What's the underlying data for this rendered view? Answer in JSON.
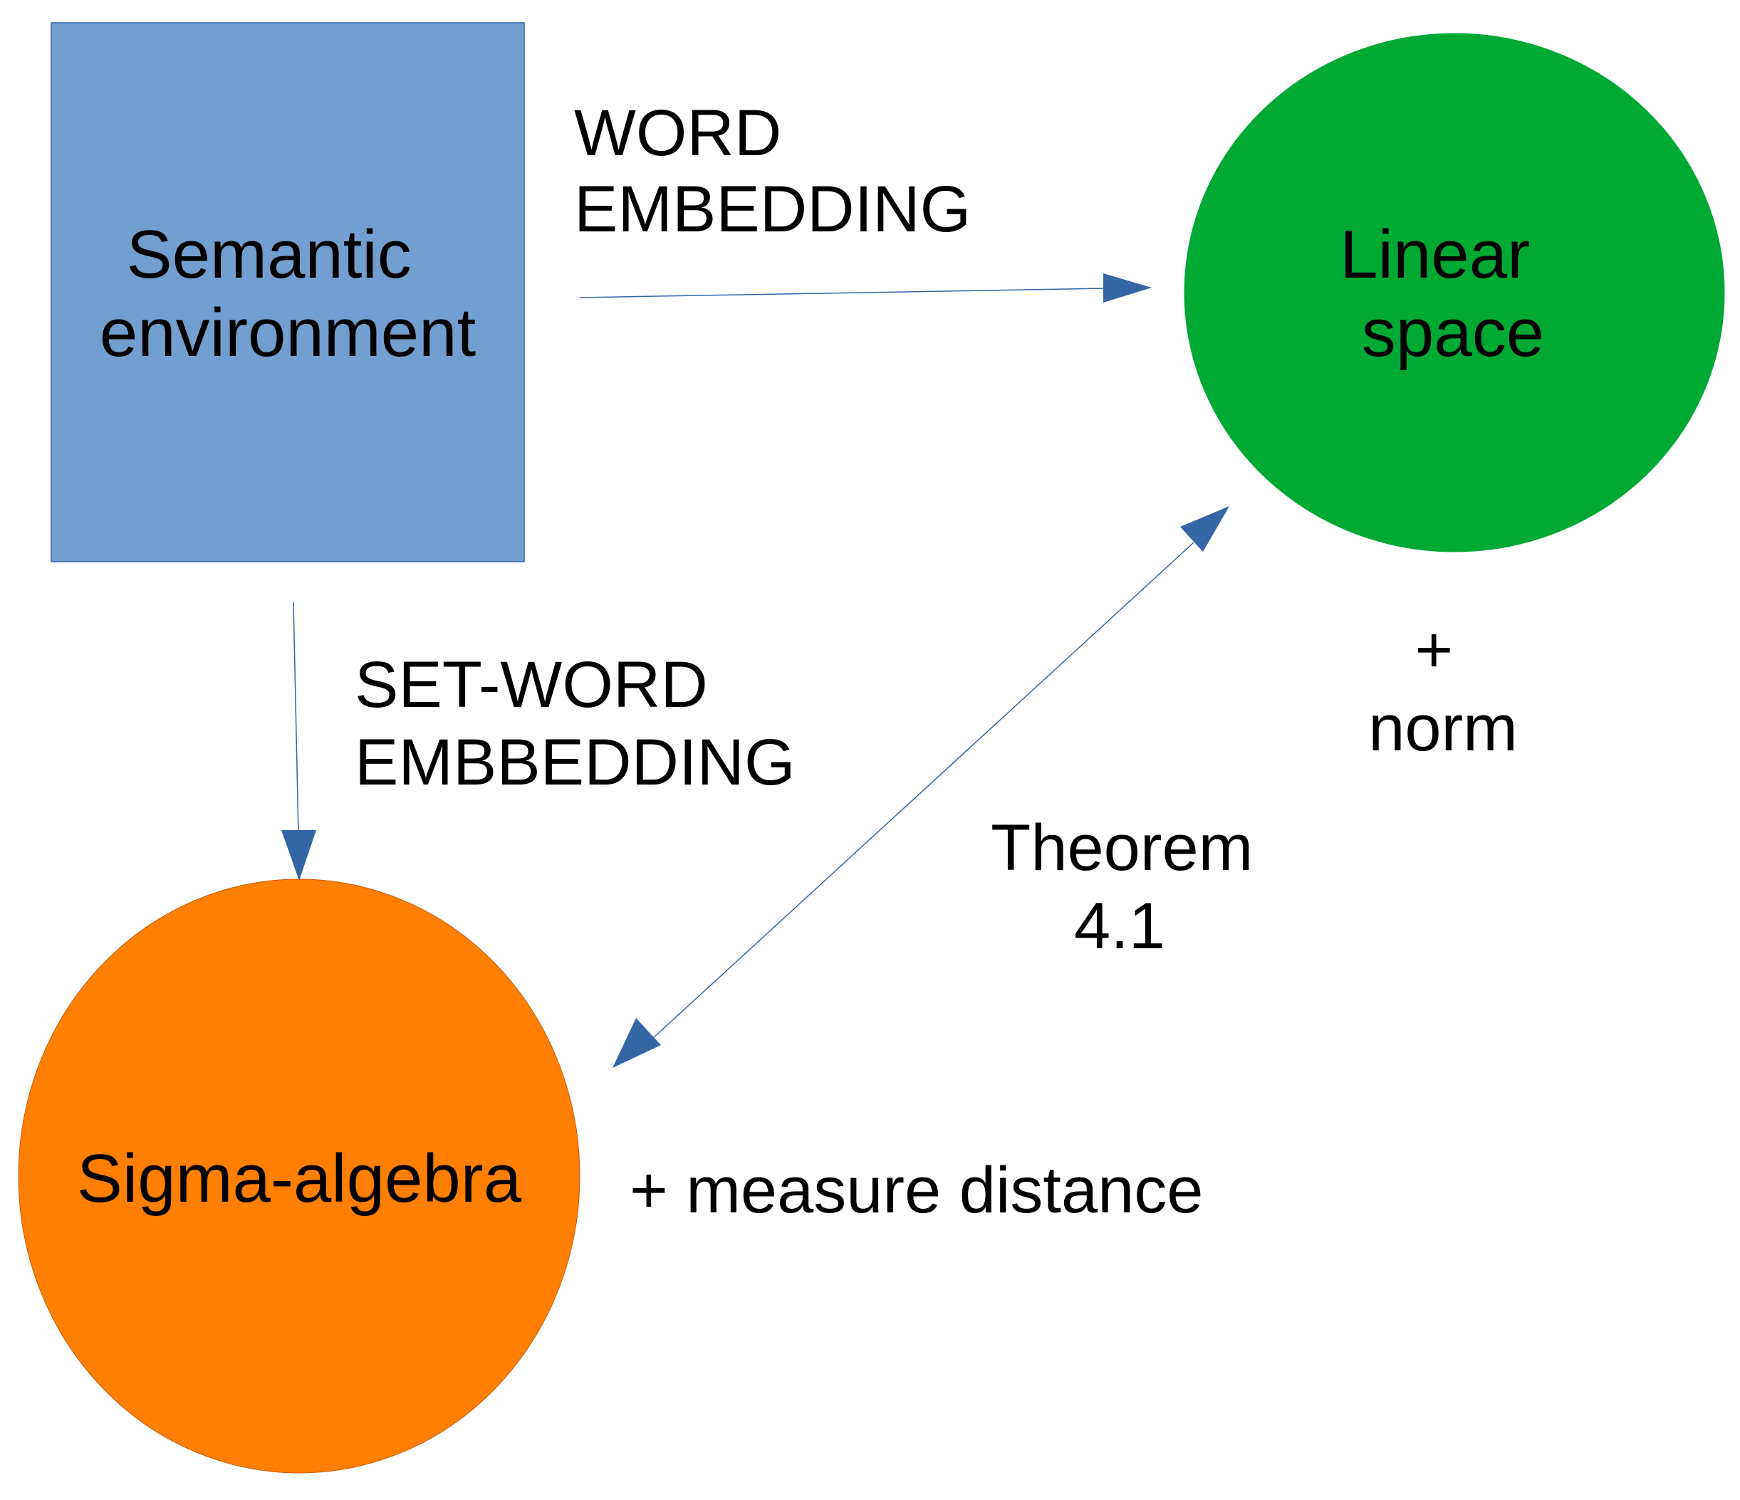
{
  "colors": {
    "semantic_box": "#729fcf",
    "linear_space": "#00a933",
    "sigma_algebra": "#ff7f00",
    "arrow": "#3465a4"
  },
  "nodes": {
    "semantic_environment": {
      "shape": "square",
      "lines": [
        "Semantic",
        "environment"
      ]
    },
    "linear_space": {
      "shape": "circle",
      "lines": [
        "Linear",
        "space"
      ]
    },
    "sigma_algebra": {
      "shape": "circle",
      "lines": [
        "Sigma-algebra"
      ]
    }
  },
  "edges": {
    "word_embedding": {
      "from": "semantic_environment",
      "to": "linear_space",
      "direction": "one-way",
      "lines": [
        "WORD",
        "EMBEDDING"
      ]
    },
    "set_word_embedding": {
      "from": "semantic_environment",
      "to": "sigma_algebra",
      "direction": "one-way",
      "lines": [
        "SET-WORD",
        "EMBBEDDING"
      ]
    },
    "theorem": {
      "from": "linear_space",
      "to": "sigma_algebra",
      "direction": "two-way",
      "lines": [
        "Theorem",
        "4.1"
      ]
    }
  },
  "annotations": {
    "norm": [
      "+",
      "norm"
    ],
    "measure_distance": [
      "+ measure distance"
    ]
  }
}
